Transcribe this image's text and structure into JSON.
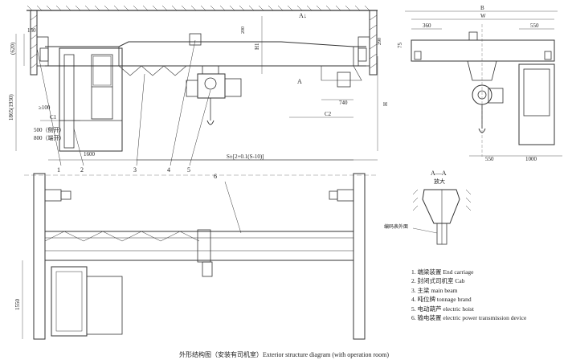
{
  "caption": "外形结构图（安装有司机室）Exterior structure diagram (with operation room)",
  "legend": [
    "1. 端梁装置 End carriage",
    "2. 封闭式司机室 Cab",
    "3. 主梁 main beam",
    "4. 吨位牌 tonnage brand",
    "5. 电动葫芦 electric hoist",
    "6. 输电装置 electric power transmission device"
  ],
  "side_view": {
    "dims": {
      "d130": "130",
      "d620": "(620)",
      "d1865_1930": "1865(1930)",
      "d100": "≥100",
      "c1": "C1",
      "d500": "500（侧开）",
      "d800": "800（端开）",
      "d1600": "1600",
      "span": "S±[2+0.1(S-10)]",
      "d200": "200",
      "h1": "H1",
      "c2": "C2",
      "d740": "740",
      "d290": "290",
      "h": "H",
      "aa_mark": "A↓",
      "a_mark": "A"
    },
    "callouts": [
      "1",
      "2",
      "3",
      "4",
      "5",
      "6"
    ]
  },
  "end_view": {
    "dims": {
      "b": "B",
      "w": "W",
      "d360": "360",
      "d550_top": "550",
      "d75": "75",
      "d550": "550",
      "d1000": "1000"
    }
  },
  "section_aa": {
    "title": "A—A",
    "zoom": "放大",
    "note": "编码表外面"
  },
  "plan_view": {
    "dims": {
      "d1550": "1550"
    }
  }
}
